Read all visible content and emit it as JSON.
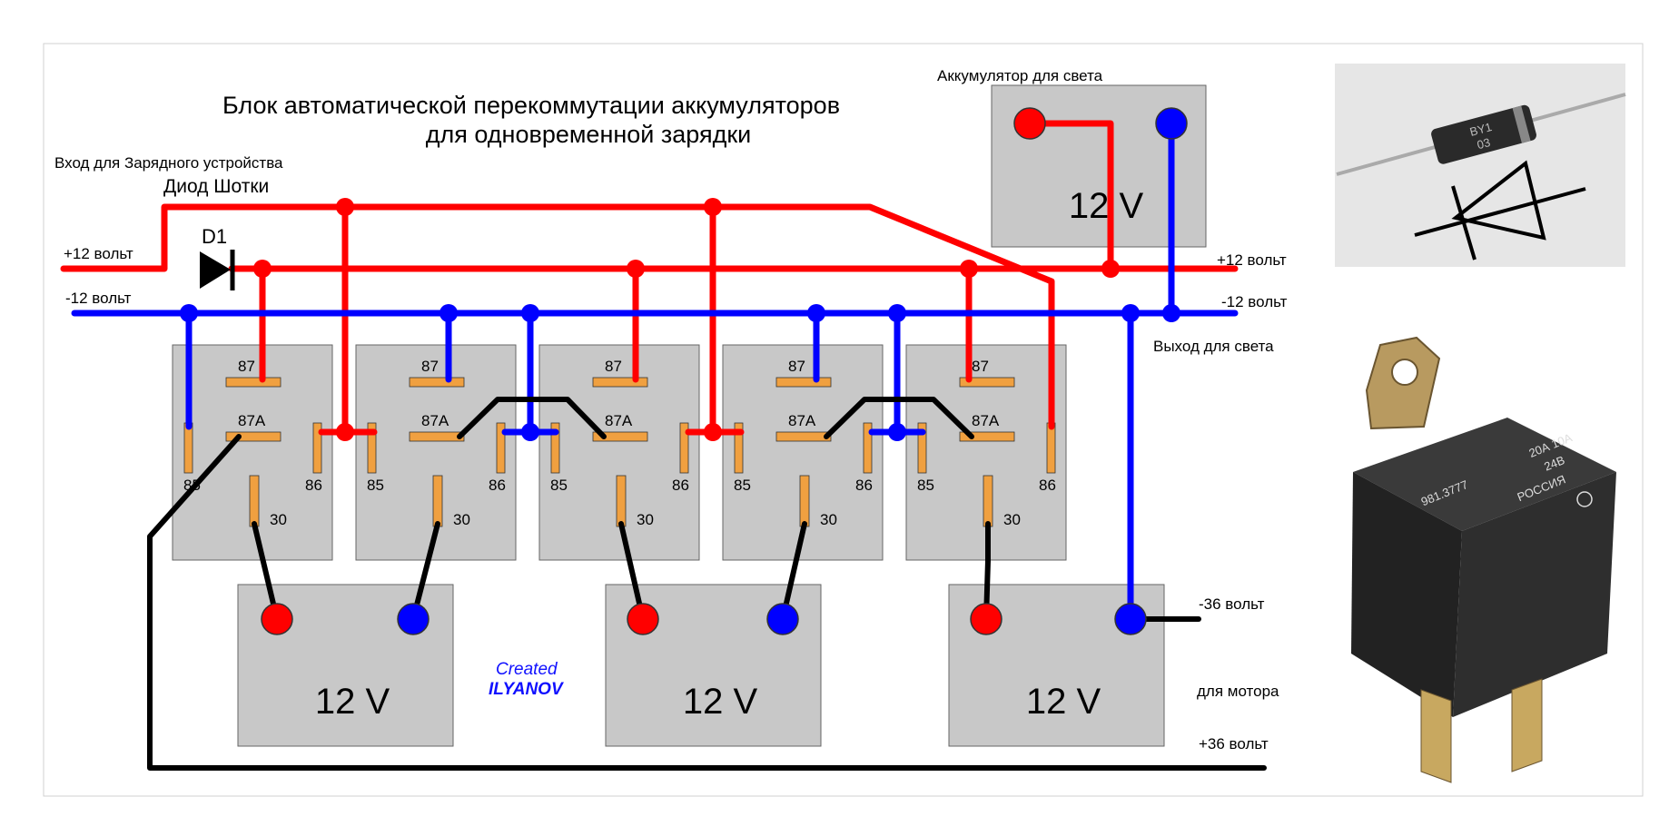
{
  "title": {
    "line1": "Блок автоматической перекоммутации аккумуляторов",
    "line2": "для одновременной зарядки"
  },
  "labels": {
    "charger_input": "Вход для Зарядного устройства",
    "schottky": "Диод Шотки",
    "diode": "D1",
    "plus12_left": "+12 вольт",
    "minus12_left": "-12 вольт",
    "plus12_right": "+12 вольт",
    "minus12_right": "-12 вольт",
    "light_output": "Выход для света",
    "light_battery": "Аккумулятор для света",
    "minus36": "-36 вольт",
    "for_motor": "для мотора",
    "plus36": "+36 вольт"
  },
  "relay_pins": {
    "p87": "87",
    "p87a": "87A",
    "p85": "85",
    "p86": "86",
    "p30": "30"
  },
  "battery_label": "12 V",
  "credit": {
    "line1": "Created",
    "line2": "ILYANOV"
  },
  "photo_text": {
    "diode_line1": "BY1",
    "diode_line2": "03",
    "relay_line1": "981.3777",
    "relay_line2": "РОССИЯ",
    "relay_line3": "20А 10А",
    "relay_line4": "24В"
  },
  "colors": {
    "plus_wire": "#ff0000",
    "minus_wire": "#0000ff",
    "link_wire": "#000000",
    "relay_body": "#c8c8c8",
    "battery_body": "#c8c8c8",
    "contact": "#f0a040"
  }
}
